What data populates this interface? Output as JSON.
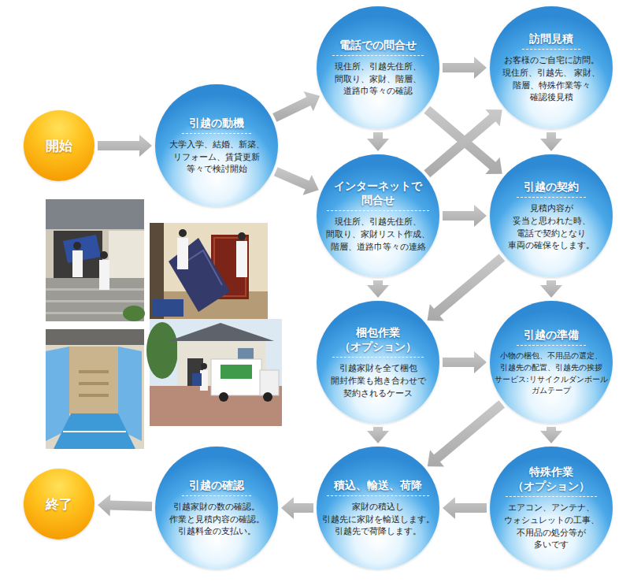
{
  "diagram": {
    "nodes": [
      {
        "text": [
          "開始"
        ]
      },
      {
        "text": [
          "引越の動機",
          "大学入学、結婚、新築、 リフォーム、賃貸更新 等々で検討開始"
        ]
      },
      {
        "text": [
          "電話での問合せ",
          "現住所、引越先住所、 間取り、家財、階層、 道路巾等々の確認"
        ]
      },
      {
        "text": [
          "訪問見積",
          "お客様のご自宅に訪問。 現住所、引越先、 家財、階層、特殊作業等々 確認後見積"
        ]
      },
      {
        "text": [
          "インターネットで 問合せ",
          "現住所、引越先住所、 間取り、家財リスト作成、 階層、道路巾等々の連絡"
        ]
      },
      {
        "text": [
          "引越の契約",
          "見積内容が 妥当と思われた時、 電話で契約となり 車両の確保をします。"
        ]
      },
      {
        "text": [
          "梱包作業 （オプション）",
          "引越家財を全て梱包 開封作業も抱き合わせで 契約されるケース"
        ]
      },
      {
        "text": [
          "引越の準備",
          "小物の梱包、不用品の選定、 引越先の配置、引越先の挨拶 サービス:リサイクルダンボール ガムテープ"
        ]
      },
      {
        "text": [
          "特殊作業 （オプション）",
          "エアコン、アンテナ、 ウォシュレットの工事、 不用品の処分等が 多いです"
        ]
      },
      {
        "text": [
          "積込、輸送、荷降",
          "家財の積込し 引越先に家財を輸送します。 引越先で荷降します。"
        ]
      },
      {
        "text": [
          "引越の確認",
          "引越家財の数の確認。 作業と見積内容の確認。 引越料金の支払い。"
        ]
      },
      {
        "text": [
          "終了"
        ]
      }
    ],
    "edges": [
      {
        "from": 0,
        "to": 1,
        "arrow": "to"
      },
      {
        "from": 1,
        "to": 2,
        "arrow": "to"
      },
      {
        "from": 1,
        "to": 4,
        "arrow": "to"
      },
      {
        "from": 2,
        "to": 3,
        "arrow": "to"
      },
      {
        "from": 2,
        "to": 4,
        "arrow": "to"
      },
      {
        "from": 2,
        "to": 5,
        "arrow": "to"
      },
      {
        "from": 4,
        "to": 3,
        "arrow": "to"
      },
      {
        "from": 3,
        "to": 5,
        "arrow": "to"
      },
      {
        "from": 4,
        "to": 5,
        "arrow": "to"
      },
      {
        "from": 4,
        "to": 6,
        "arrow": "to"
      },
      {
        "from": 5,
        "to": 6,
        "arrow": "to"
      },
      {
        "from": 5,
        "to": 7,
        "arrow": "to"
      },
      {
        "from": 6,
        "to": 7,
        "arrow": "to"
      },
      {
        "from": 6,
        "to": 9,
        "arrow": "to"
      },
      {
        "from": 7,
        "to": 9,
        "arrow": "to"
      },
      {
        "from": 7,
        "to": 8,
        "arrow": "to"
      },
      {
        "from": 8,
        "to": 9,
        "arrow": "to"
      },
      {
        "from": 9,
        "to": 10,
        "arrow": "to"
      },
      {
        "from": 10,
        "to": 11,
        "arrow": "to"
      }
    ]
  }
}
